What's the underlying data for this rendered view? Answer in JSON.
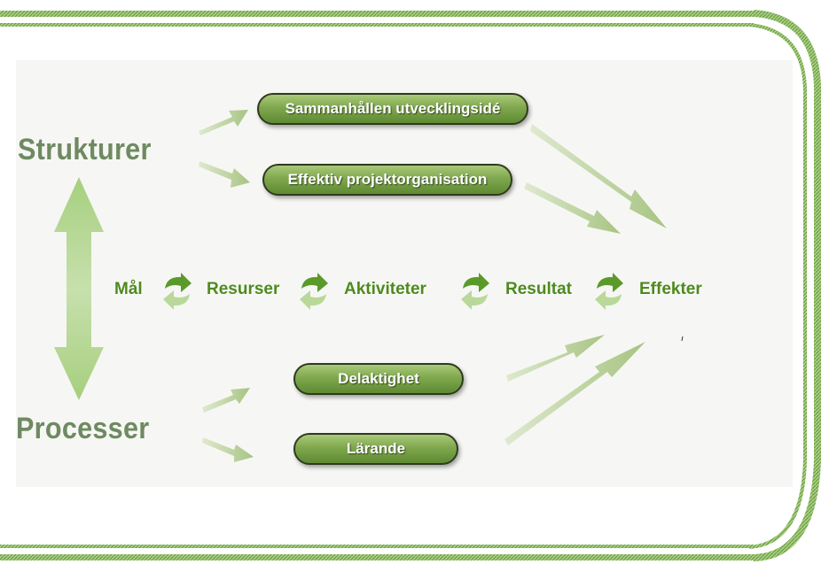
{
  "left_labels": {
    "top": "Strukturer",
    "bottom": "Processer"
  },
  "structure_boxes": [
    "Sammanhållen utvecklingsidé",
    "Effektiv projektorganisation"
  ],
  "process_boxes": [
    "Delaktighet",
    "Lärande"
  ],
  "flow_chain": [
    "Mål",
    "Resurser",
    "Aktiviteter",
    "Resultat",
    "Effekter"
  ],
  "colors": {
    "frame_green": "#7cab52",
    "label_gray_green": "#6f8a62",
    "flow_text_green": "#4e8a1e",
    "pill_green": "#7fa84e",
    "arrow_green": "#b8cf98"
  },
  "icons": {
    "cycle_between_steps": "cycle-arrows-icon",
    "vertical_link": "double-headed-arrow-icon"
  }
}
